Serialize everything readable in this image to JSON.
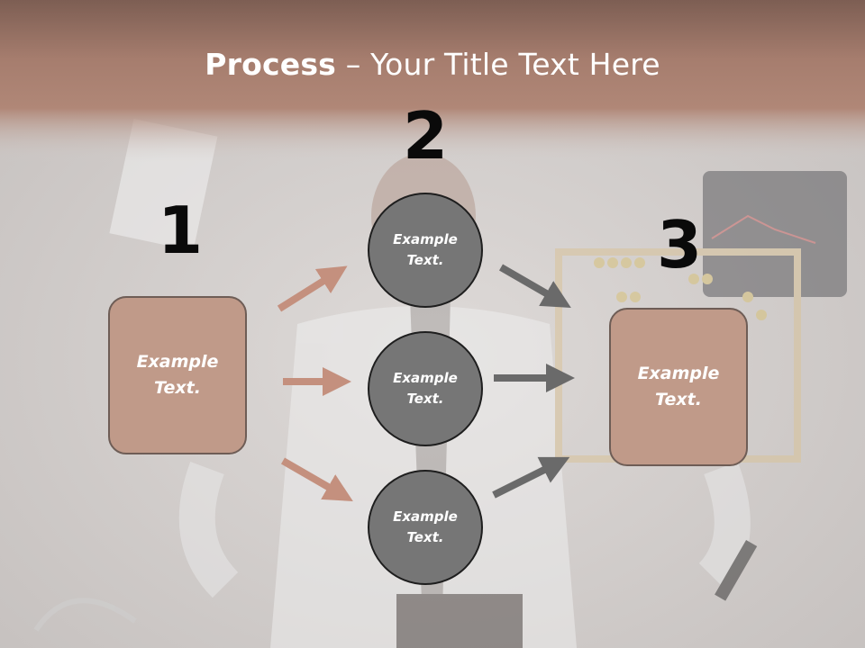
{
  "slide": {
    "title_bold": "Process",
    "title_rest": " – Your Title Text Here"
  },
  "steps": {
    "one": {
      "number": "1"
    },
    "two": {
      "number": "2"
    },
    "three": {
      "number": "3"
    }
  },
  "left_box": {
    "line1": "Example",
    "line2": "Text."
  },
  "right_box": {
    "line1": "Example",
    "line2": "Text."
  },
  "circles": [
    {
      "line1": "Example",
      "line2": "Text."
    },
    {
      "line1": "Example",
      "line2": "Text."
    },
    {
      "line1": "Example",
      "line2": "Text."
    }
  ],
  "colors": {
    "header_band": "#a57a6b",
    "box_fill": "#c09a89",
    "circle_fill": "#767676",
    "arrow_left": "#c4907e",
    "arrow_right": "#6a6a6a"
  }
}
